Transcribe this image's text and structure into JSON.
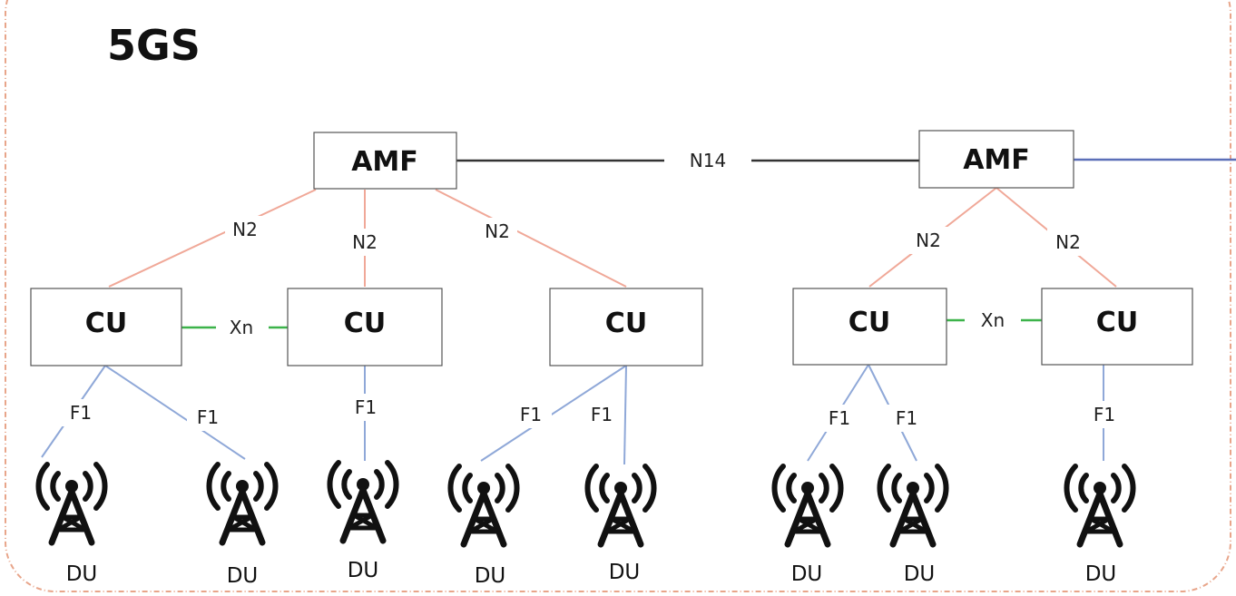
{
  "title": "5GS",
  "colors": {
    "boundary": "#e8a58a",
    "n14": "#333333",
    "n2": "#f0a898",
    "xn": "#3cb34a",
    "f1": "#8fa8d8",
    "external": "#5b6fb8"
  },
  "nodes": {
    "amf1": {
      "label": "AMF"
    },
    "amf2": {
      "label": "AMF"
    },
    "cu1": {
      "label": "CU"
    },
    "cu2": {
      "label": "CU"
    },
    "cu3": {
      "label": "CU"
    },
    "cu4": {
      "label": "CU"
    },
    "cu5": {
      "label": "CU"
    }
  },
  "links": {
    "n14": "N14",
    "amf1_cu1": "N2",
    "amf1_cu2": "N2",
    "amf1_cu3": "N2",
    "amf2_cu4": "N2",
    "amf2_cu5": "N2",
    "cu1_cu2": "Xn",
    "cu4_cu5": "Xn",
    "cu1_du1": "F1",
    "cu1_du2": "F1",
    "cu2_du3": "F1",
    "cu3_du4": "F1",
    "cu3_du5": "F1",
    "cu4_du6": "F1",
    "cu4_du7": "F1",
    "cu5_du8": "F1"
  },
  "towers": [
    {
      "label": "DU",
      "icon": "cell-tower-icon"
    },
    {
      "label": "DU",
      "icon": "cell-tower-icon"
    },
    {
      "label": "DU",
      "icon": "cell-tower-icon"
    },
    {
      "label": "DU",
      "icon": "cell-tower-icon"
    },
    {
      "label": "DU",
      "icon": "cell-tower-icon"
    },
    {
      "label": "DU",
      "icon": "cell-tower-icon"
    },
    {
      "label": "DU",
      "icon": "cell-tower-icon"
    },
    {
      "label": "DU",
      "icon": "cell-tower-icon"
    }
  ]
}
